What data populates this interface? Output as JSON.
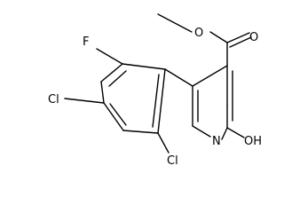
{
  "atoms": {
    "fluorine": "F",
    "chlorine_para": "Cl",
    "chlorine_ortho": "Cl",
    "nitrogen": "N",
    "hydroxyl": "OH",
    "ester_carbonyl_oxygen": "O",
    "ester_ether_oxygen": "O"
  }
}
